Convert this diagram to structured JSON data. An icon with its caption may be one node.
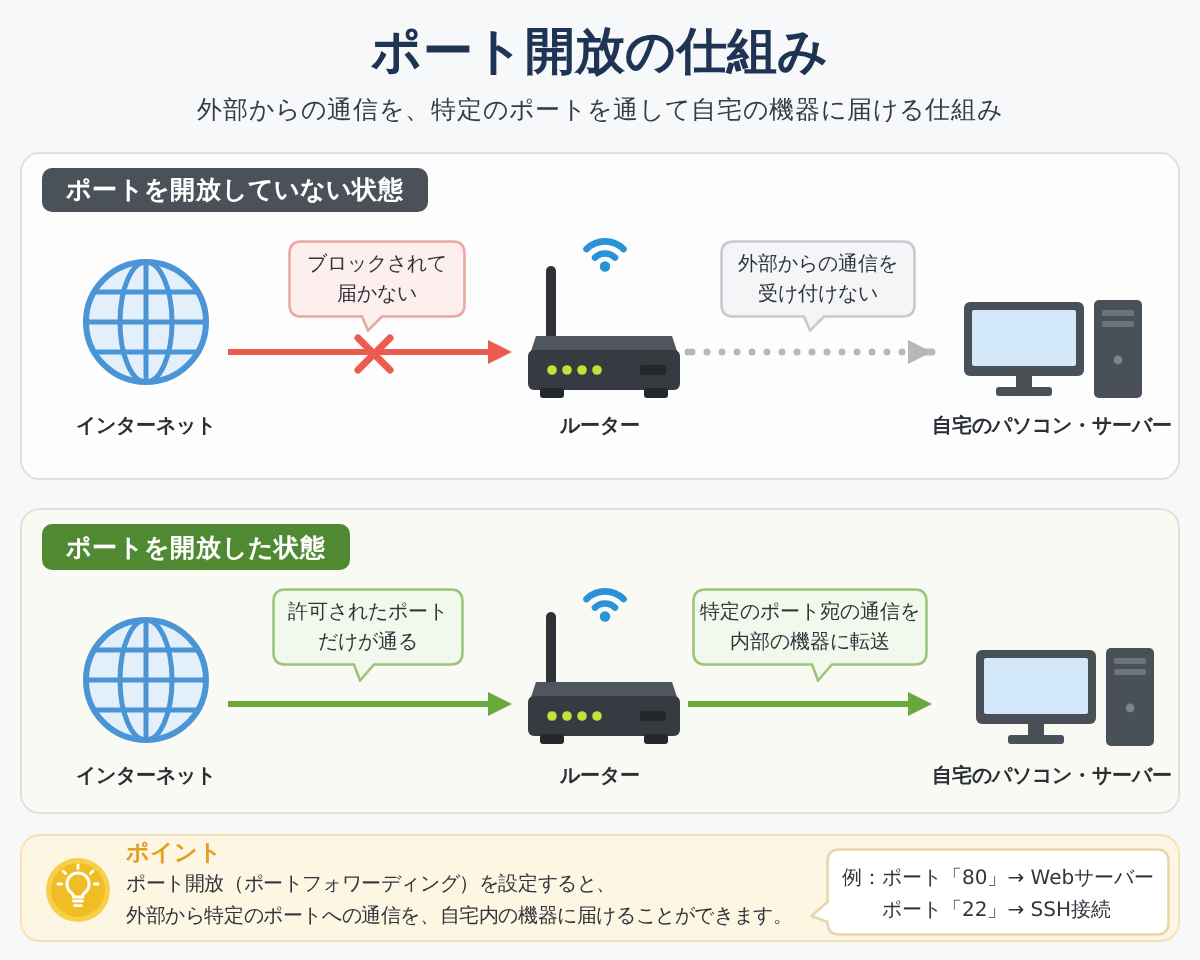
{
  "diagram": {
    "title": "ポート開放の仕組み",
    "nodes": [
      {
        "text": [
          "ポートを開放していない状態"
        ]
      },
      {
        "text": [
          "インターネット"
        ],
        "in": 0
      },
      {
        "text": [
          "ブロックされて届かない"
        ],
        "in": 0
      },
      {
        "text": [
          "ルーター"
        ],
        "in": 0
      },
      {
        "text": [
          "外部からの通信を受け付けない"
        ],
        "in": 0
      },
      {
        "text": [
          "自宅のパソコン・サーバー"
        ],
        "in": 0
      },
      {
        "text": [
          "ポートを開放した状態"
        ]
      },
      {
        "text": [
          "インターネット"
        ],
        "in": 6
      },
      {
        "text": [
          "許可されたポートだけが通る"
        ],
        "in": 6
      },
      {
        "text": [
          "ルーター"
        ],
        "in": 6
      },
      {
        "text": [
          "特定のポート宛の通信を内部の機器に転送"
        ],
        "in": 6
      },
      {
        "text": [
          "自宅のパソコン・サーバー"
        ],
        "in": 6
      },
      {
        "text": [
          "ポイント",
          "ポート開放（ポートフォワーディング）を設定すると、外部から特定のポートへの通信を、自宅内の機器に届けることができます。"
        ]
      },
      {
        "text": [
          "例：ポート「80」→ Webサーバー",
          "ポート「22」→ SSH接続"
        ],
        "in": 12
      }
    ],
    "edges": [
      {
        "from": 1,
        "to": 3,
        "arrow": "to",
        "color": "#ec5b4f"
      },
      {
        "from": 3,
        "to": 5,
        "arrow": "to",
        "style": "dashed",
        "color": "#b4b8bd"
      },
      {
        "from": 7,
        "to": 9,
        "arrow": "to"
      },
      {
        "from": 9,
        "to": 11,
        "arrow": "to"
      }
    ],
    "labels": [
      "外部からの通信を、特定のポートを通して自宅の機器に届ける仕組み"
    ]
  }
}
